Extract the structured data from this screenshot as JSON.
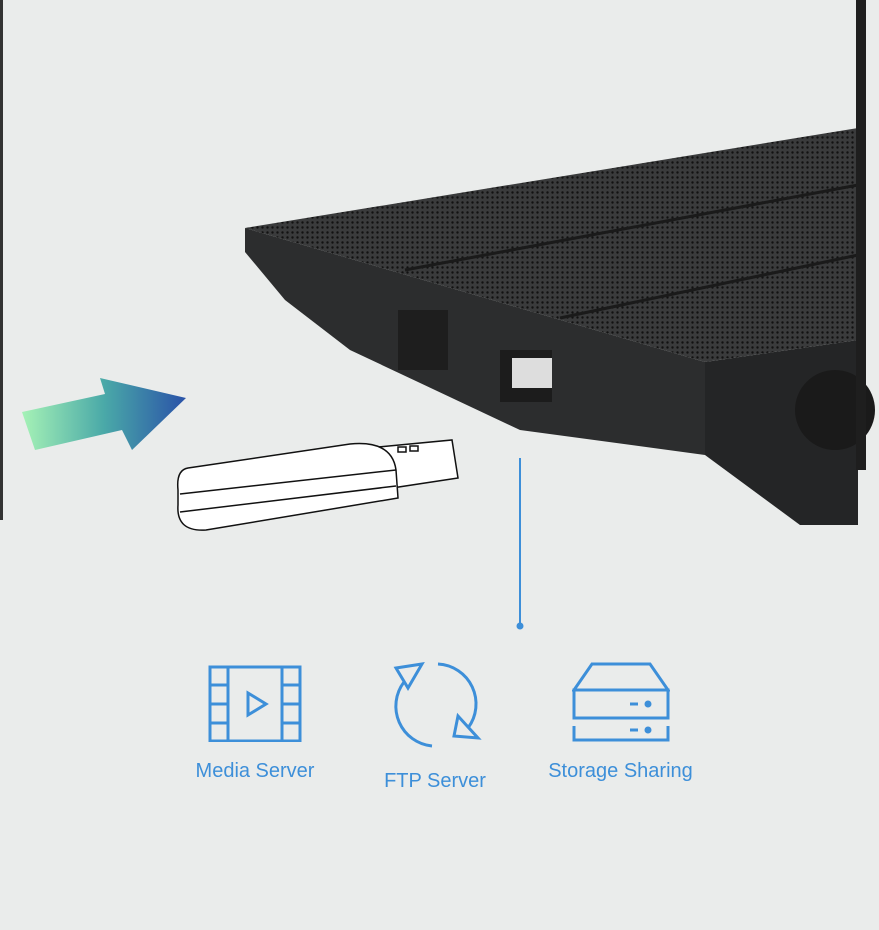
{
  "features": [
    {
      "label": "Media Server",
      "icon": "film-play-icon"
    },
    {
      "label": "FTP Server",
      "icon": "sync-arrows-icon"
    },
    {
      "label": "Storage Sharing",
      "icon": "storage-server-icon"
    }
  ],
  "colors": {
    "accent": "#3d8fd9",
    "background": "#eaeceb",
    "router": "#2a2b2c",
    "arrow_start": "#9ef0b0",
    "arrow_end": "#2f5fb0"
  }
}
